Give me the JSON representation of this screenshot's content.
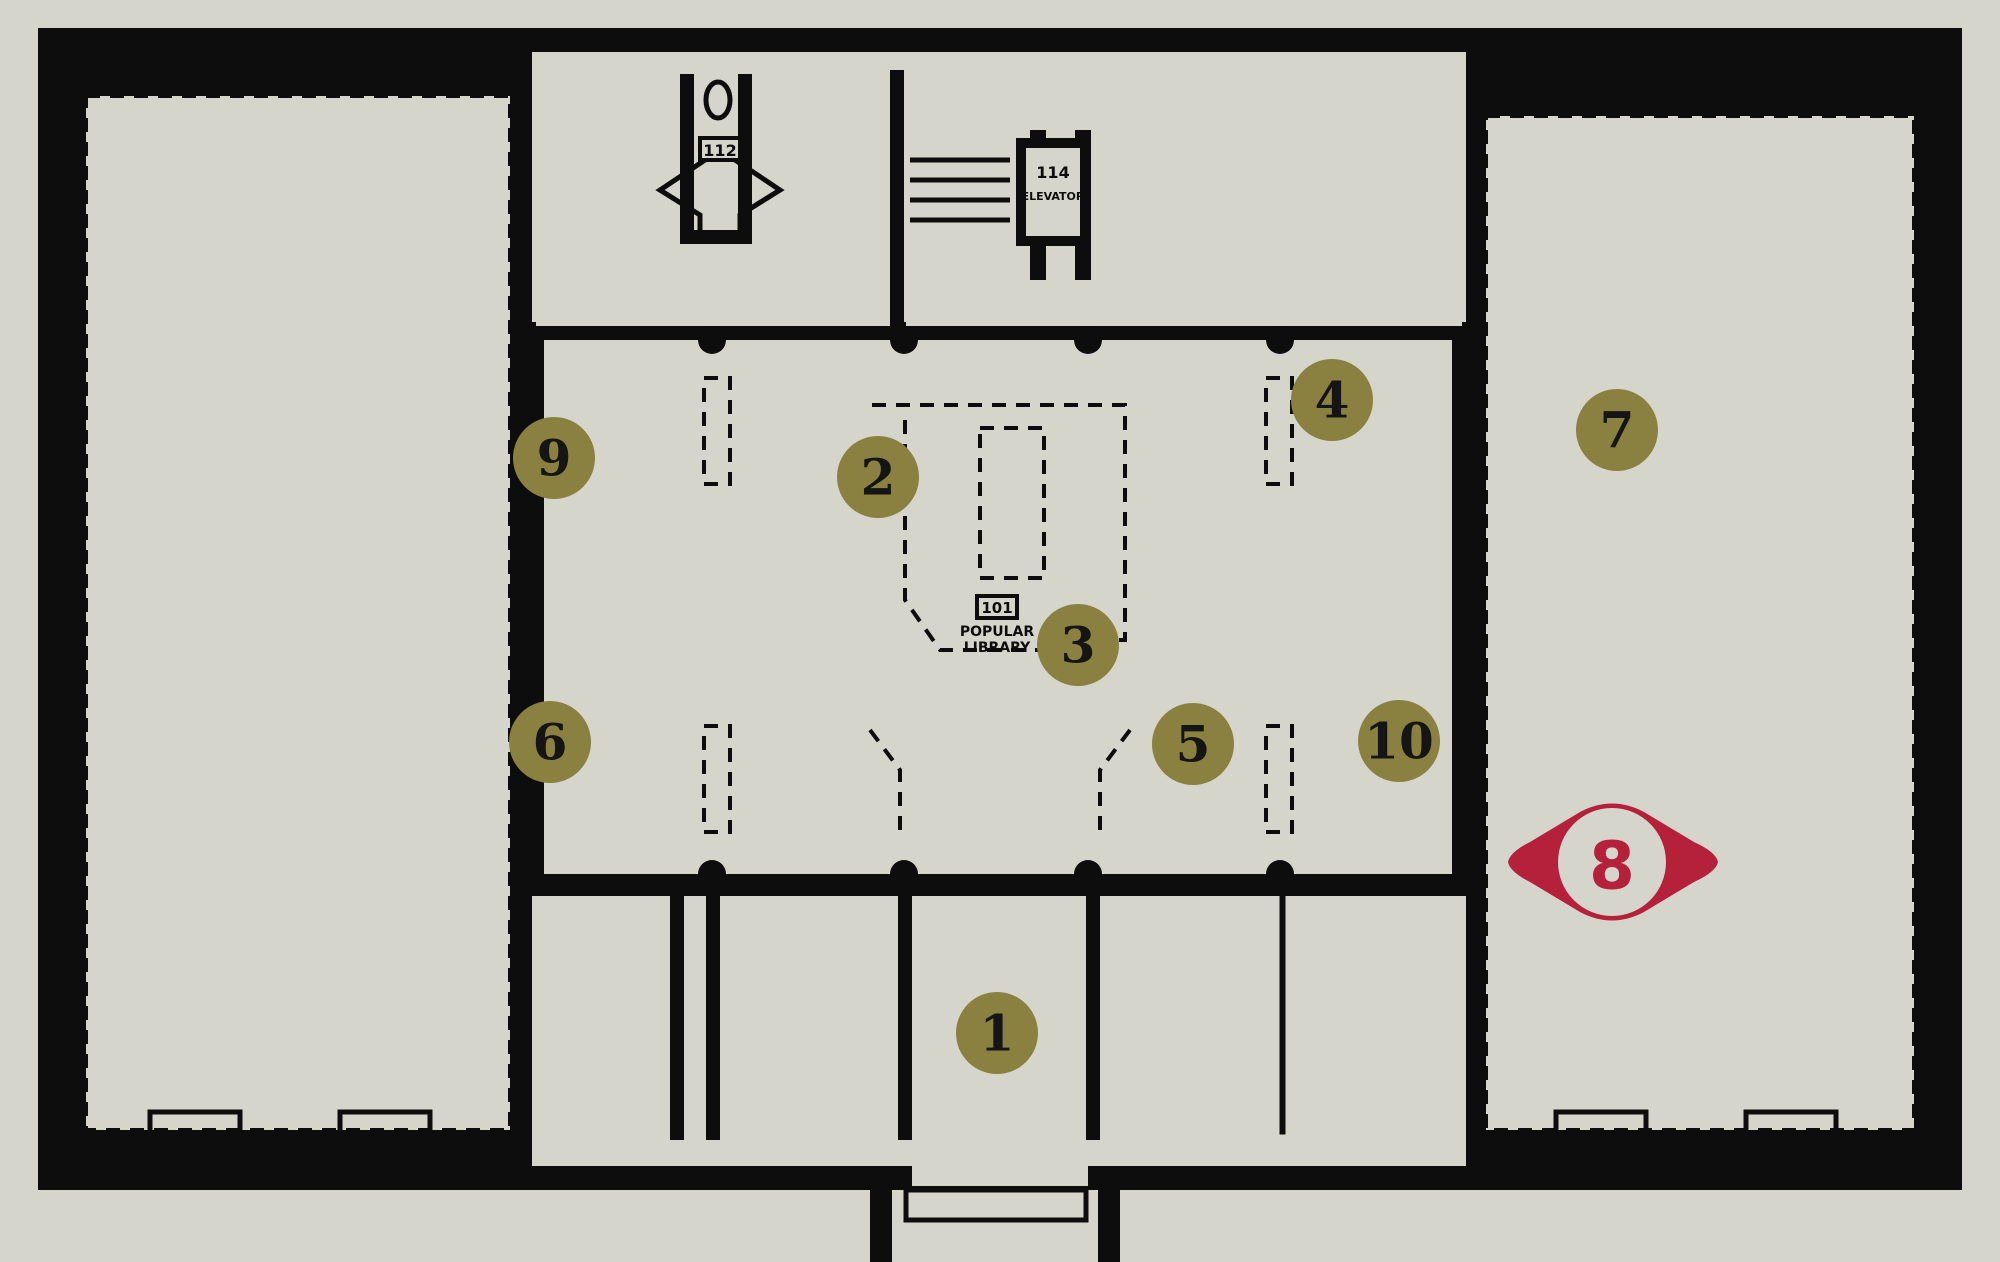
{
  "map": {
    "room_labels": {
      "restroom": "112",
      "elevator_number": "114",
      "elevator": "ELEVATOR",
      "library_number": "101",
      "library_line1": "POPULAR",
      "library_line2": "LIBRARY"
    },
    "markers": [
      "1",
      "2",
      "3",
      "4",
      "5",
      "6",
      "7",
      "9",
      "10"
    ],
    "logo_marker": "8",
    "colors": {
      "background": "#d6d5cc",
      "walls": "#0d0d0d",
      "marker": "#8a8040",
      "logo": "#b5213a"
    }
  }
}
